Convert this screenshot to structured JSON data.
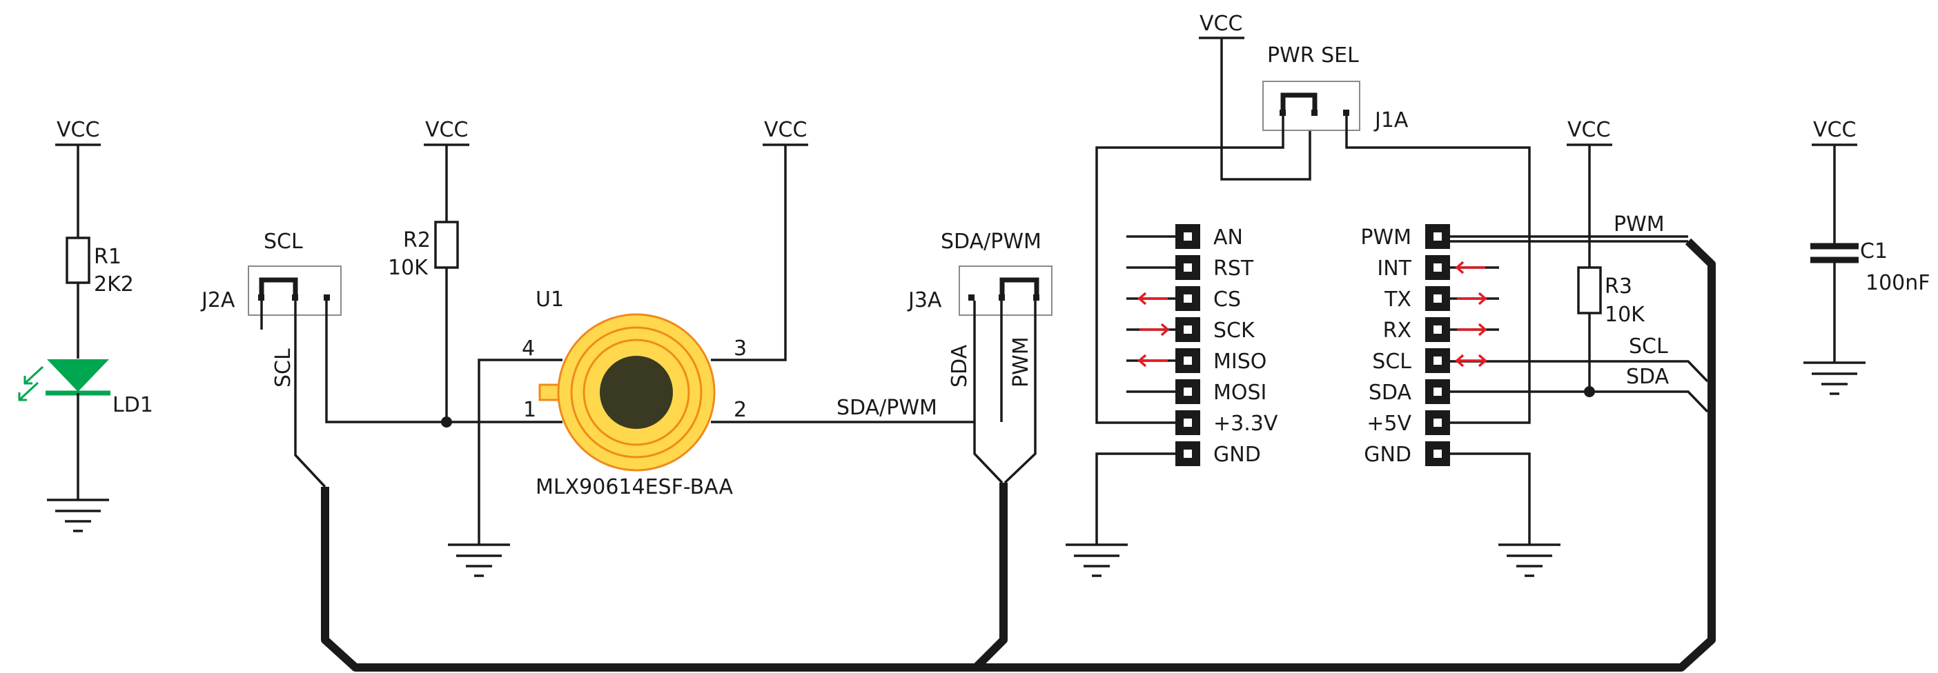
{
  "labels": {
    "vcc_r1": "VCC",
    "vcc_r2": "VCC",
    "vcc_u1": "VCC",
    "vcc_j1a": "VCC",
    "vcc_r3": "VCC",
    "vcc_c1": "VCC",
    "r1_name": "R1",
    "r1_value": "2K2",
    "ld1": "LD1",
    "r2_name": "R2",
    "r2_value": "10K",
    "scl_j2a_title": "SCL",
    "j2a": "J2A",
    "scl_wire": "SCL",
    "u1": "U1",
    "u1_part": "MLX90614ESF-BAA",
    "pin4": "4",
    "pin3": "3",
    "pin1": "1",
    "pin2": "2",
    "sda_pwm_net": "SDA/PWM",
    "sda_pwm_j3a_title": "SDA/PWM",
    "j3a": "J3A",
    "sda_wire": "SDA",
    "pwm_wire": "PWM",
    "pwr_sel": "PWR SEL",
    "j1a": "J1A",
    "r3_name": "R3",
    "r3_value": "10K",
    "c1_name": "C1",
    "c1_value": "100nF",
    "pwm_net": "PWM",
    "scl_net": "SCL",
    "sda_net": "SDA"
  },
  "header_left": [
    "AN",
    "RST",
    "CS",
    "SCK",
    "MISO",
    "MOSI",
    "+3.3V",
    "GND"
  ],
  "header_right": [
    "PWM",
    "INT",
    "TX",
    "RX",
    "SCL",
    "SDA",
    "+5V",
    "GND"
  ],
  "colors": {
    "wire": "#1a1a1a",
    "led": "#00a650",
    "arrow": "#e11d24",
    "sensor_outer": "#ffd84d",
    "sensor_ring": "#f08a1c",
    "sensor_core": "#3a3a22"
  }
}
